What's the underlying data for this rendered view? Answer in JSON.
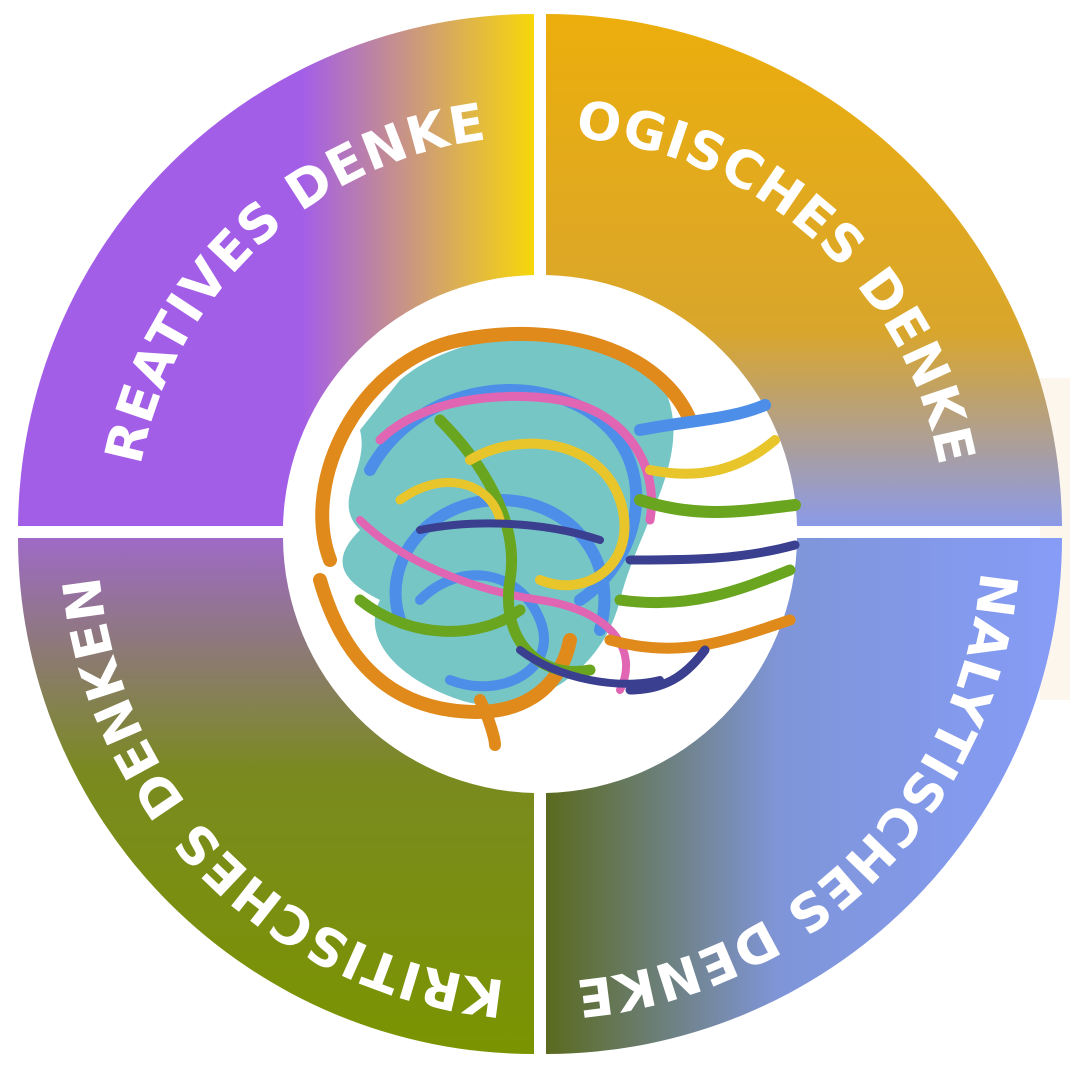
{
  "quadrants": [
    {
      "id": "top-left",
      "label": "KREATIVES DENKEN",
      "colors": [
        "#a35ee8",
        "#a35ee8",
        "#f7d70a"
      ]
    },
    {
      "id": "top-right",
      "label": "LOGISCHES DENKEN",
      "colors": [
        "#ecae0c",
        "#d9a62c",
        "#8b9ae8"
      ]
    },
    {
      "id": "bottom-right",
      "label": "ANALYTISCHES DENKEN",
      "colors": [
        "#5a6a1e",
        "#7f95d8",
        "#869cf7"
      ]
    },
    {
      "id": "bottom-left",
      "label": "KRITISCHES DENKEN",
      "colors": [
        "#9e6ac7",
        "#7a8a20",
        "#7a9400"
      ]
    }
  ],
  "center": {
    "image": "tangled-yarn-head-illustration",
    "colors": [
      "#e08a1c",
      "#4c8ee8",
      "#e066b4",
      "#6aa51f",
      "#e8c52b",
      "#3b3f8f",
      "#5fbcbc"
    ]
  }
}
